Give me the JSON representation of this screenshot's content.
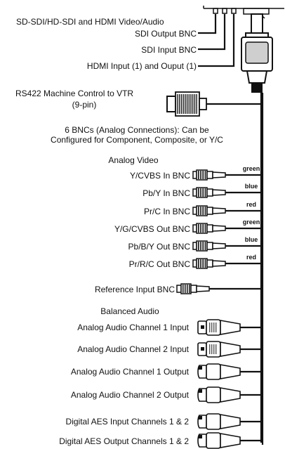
{
  "labels": {
    "sdi_hdmi_header": "SD-SDI/HD-SDI and HDMI Video/Audio",
    "sdi_output": "SDI Output BNC",
    "sdi_input": "SDI Input BNC",
    "hdmi_io": "HDMI Input (1) and Ouput (1)",
    "rs422_line1": "RS422 Machine Control to VTR",
    "rs422_line2": "(9-pin)",
    "bnc_header_line1": "6 BNCs (Analog Connections): Can be",
    "bnc_header_line2": "Configured for Component, Composite, or Y/C",
    "analog_video": "Analog Video",
    "y_cvbs_in": "Y/CVBS In BNC",
    "pb_y_in": "Pb/Y In BNC",
    "pr_c_in": "Pr/C In BNC",
    "y_g_cvbs_out": "Y/G/CVBS Out BNC",
    "pb_b_y_out": "Pb/B/Y Out BNC",
    "pr_r_c_out": "Pr/R/C Out BNC",
    "reference_input": "Reference Input BNC",
    "balanced_audio": "Balanced Audio",
    "analog_audio_ch1_in": "Analog Audio Channel 1 Input",
    "analog_audio_ch2_in": "Analog Audio Channel 2 Input",
    "analog_audio_ch1_out": "Analog Audio Channel 1 Output",
    "analog_audio_ch2_out": "Analog Audio Channel 2 Output",
    "digital_aes_in": "Digital AES Input Channels 1 & 2",
    "digital_aes_out": "Digital AES Output Channels 1 & 2"
  },
  "wire_colors": {
    "w1": "green",
    "w2": "blue",
    "w3": "red",
    "w4": "green",
    "w5": "blue",
    "w6": "red"
  }
}
